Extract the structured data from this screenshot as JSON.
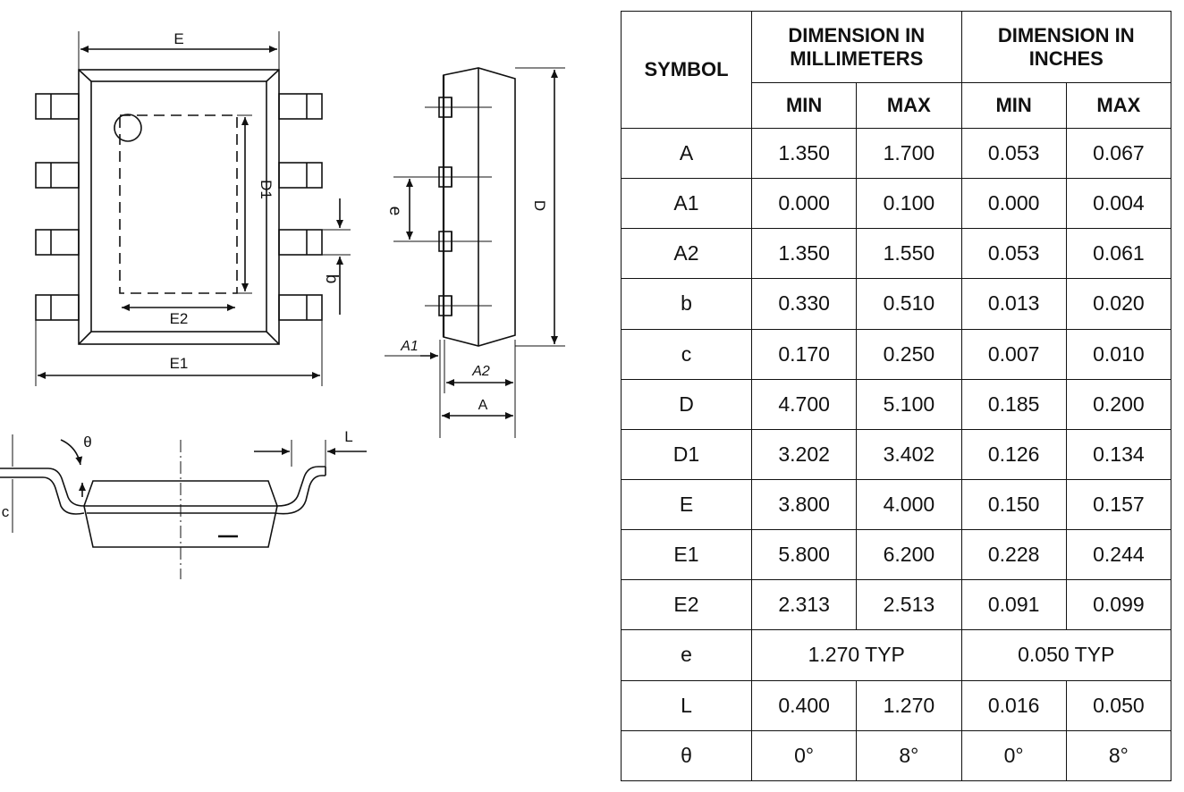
{
  "drawing_labels": {
    "E": "E",
    "E1": "E1",
    "E2": "E2",
    "D1": "D1",
    "b": "b",
    "e": "e",
    "D": "D",
    "A1": "A1",
    "A2": "A2",
    "A": "A",
    "theta": "θ",
    "L": "L",
    "c": "c"
  },
  "table": {
    "symbol_header": "SYMBOL",
    "mm_header": [
      "DIMENSION IN",
      "MILLIMETERS"
    ],
    "in_header": [
      "DIMENSION IN",
      "INCHES"
    ],
    "min_label": "MIN",
    "max_label": "MAX",
    "rows": [
      {
        "symbol": "A",
        "mm_min": "1.350",
        "mm_max": "1.700",
        "in_min": "0.053",
        "in_max": "0.067"
      },
      {
        "symbol": "A1",
        "mm_min": "0.000",
        "mm_max": "0.100",
        "in_min": "0.000",
        "in_max": "0.004"
      },
      {
        "symbol": "A2",
        "mm_min": "1.350",
        "mm_max": "1.550",
        "in_min": "0.053",
        "in_max": "0.061"
      },
      {
        "symbol": "b",
        "mm_min": "0.330",
        "mm_max": "0.510",
        "in_min": "0.013",
        "in_max": "0.020"
      },
      {
        "symbol": "c",
        "mm_min": "0.170",
        "mm_max": "0.250",
        "in_min": "0.007",
        "in_max": "0.010"
      },
      {
        "symbol": "D",
        "mm_min": "4.700",
        "mm_max": "5.100",
        "in_min": "0.185",
        "in_max": "0.200"
      },
      {
        "symbol": "D1",
        "mm_min": "3.202",
        "mm_max": "3.402",
        "in_min": "0.126",
        "in_max": "0.134"
      },
      {
        "symbol": "E",
        "mm_min": "3.800",
        "mm_max": "4.000",
        "in_min": "0.150",
        "in_max": "0.157"
      },
      {
        "symbol": "E1",
        "mm_min": "5.800",
        "mm_max": "6.200",
        "in_min": "0.228",
        "in_max": "0.244"
      },
      {
        "symbol": "E2",
        "mm_min": "2.313",
        "mm_max": "2.513",
        "in_min": "0.091",
        "in_max": "0.099"
      },
      {
        "symbol": "e",
        "mm_typ": "1.270 TYP",
        "in_typ": "0.050 TYP"
      },
      {
        "symbol": "L",
        "mm_min": "0.400",
        "mm_max": "1.270",
        "in_min": "0.016",
        "in_max": "0.050"
      },
      {
        "symbol": "θ",
        "mm_min": "0°",
        "mm_max": "8°",
        "in_min": "0°",
        "in_max": "8°"
      }
    ]
  }
}
